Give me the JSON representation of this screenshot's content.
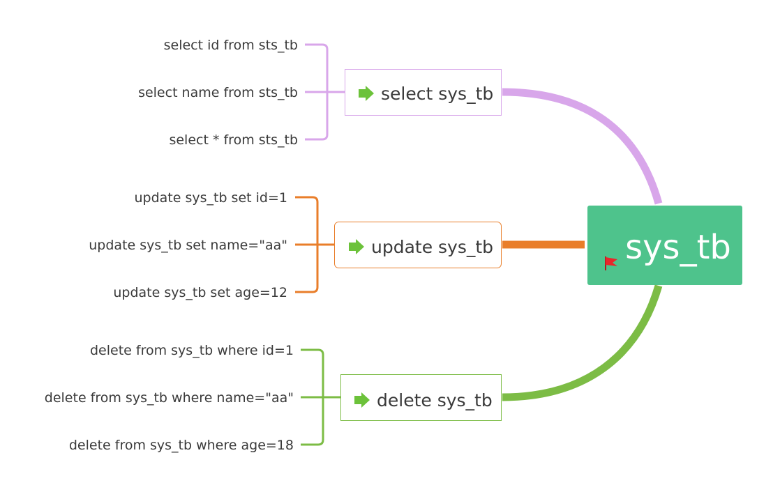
{
  "root": {
    "label": "sys_tb",
    "color": "#4ec38c",
    "flag_icon": "red-flag-icon",
    "flag_color": "#e8262b"
  },
  "branches": [
    {
      "key": "select",
      "label": "select sys_tb",
      "color": "#d8a6ea",
      "icon": "green-arrow-right-icon",
      "children": [
        "select id from sts_tb",
        "select name from sts_tb",
        "select * from sts_tb"
      ]
    },
    {
      "key": "update",
      "label": "update sys_tb",
      "color": "#e97e2a",
      "icon": "green-arrow-right-icon",
      "children": [
        "update sys_tb set id=1",
        "update sys_tb set name=\"aa\"",
        "update sys_tb set age=12"
      ]
    },
    {
      "key": "delete",
      "label": "delete sys_tb",
      "color": "#7cbc45",
      "icon": "green-arrow-right-icon",
      "children": [
        "delete from sys_tb where id=1",
        "delete from sys_tb where name=\"aa\"",
        "delete from sys_tb where age=18"
      ]
    }
  ],
  "arrow_icon_color": "#6cc23a"
}
